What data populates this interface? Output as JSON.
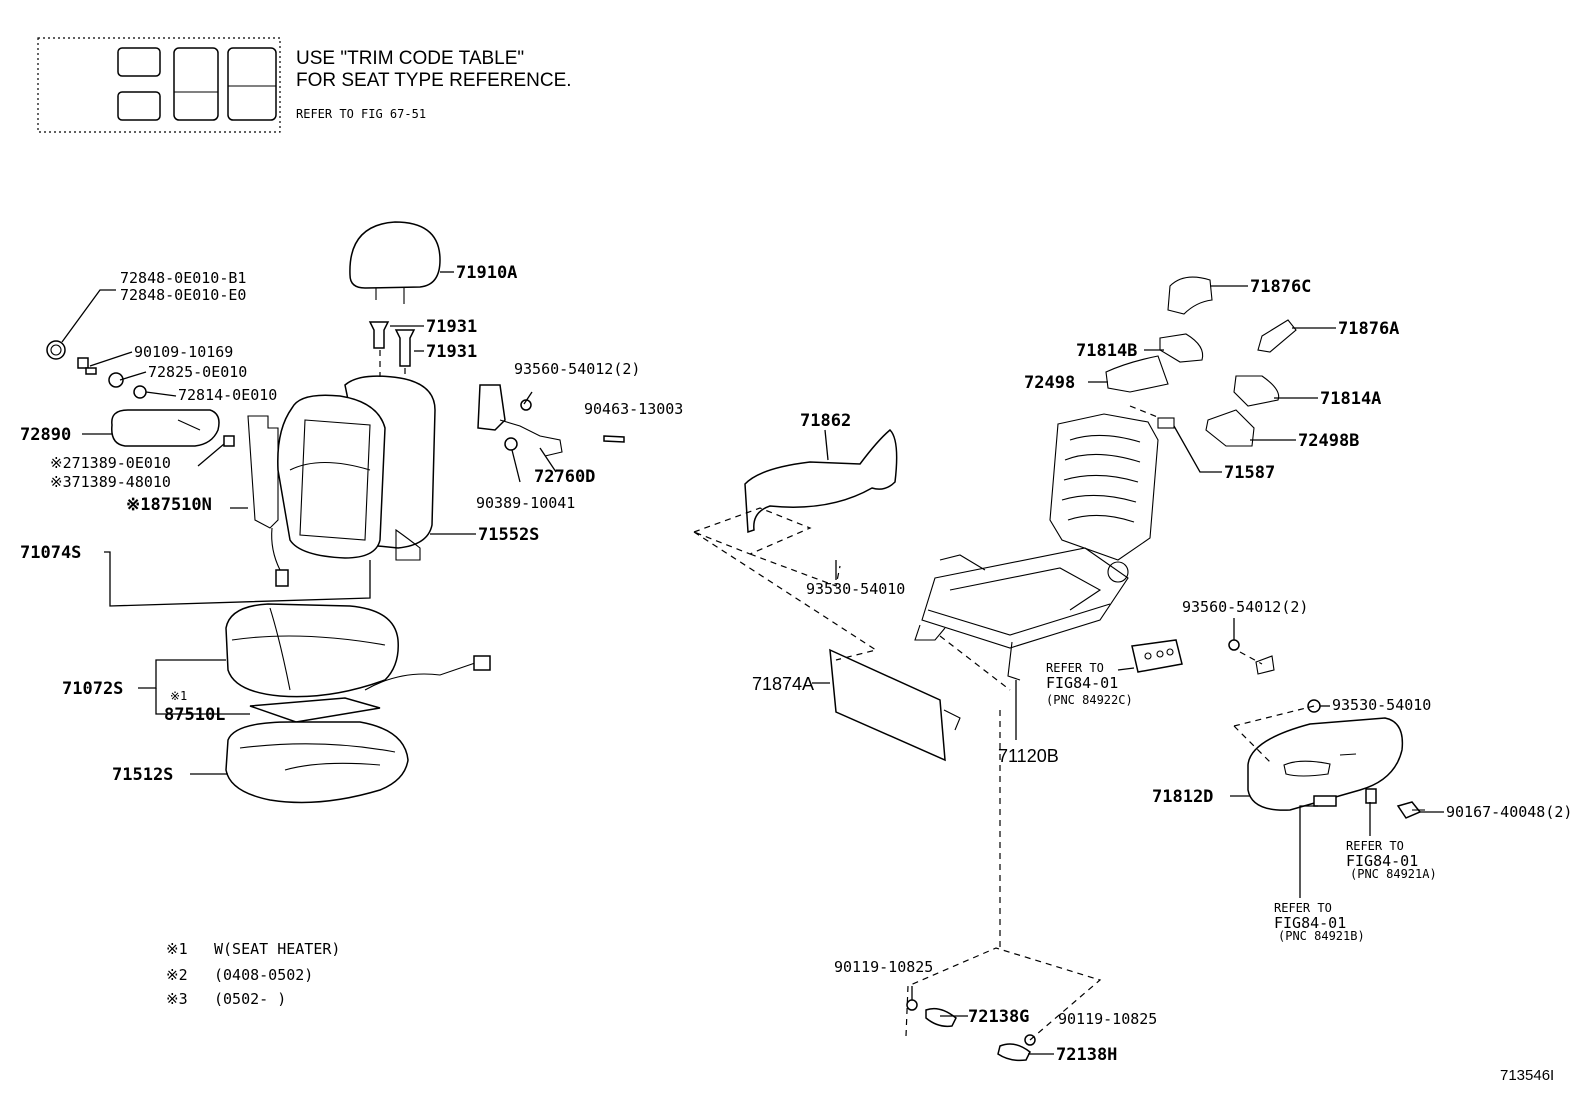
{
  "legend_box": {
    "line1": "USE \"TRIM CODE TABLE\"",
    "line2": "FOR SEAT TYPE REFERENCE.",
    "line3": "REFER TO FIG  67-51"
  },
  "labels": [
    {
      "id": "p71910A",
      "text": "71910A"
    },
    {
      "id": "p72848a",
      "text": "72848-0E010-B1"
    },
    {
      "id": "p72848b",
      "text": "72848-0E010-E0"
    },
    {
      "id": "p71931a",
      "text": "71931"
    },
    {
      "id": "p71931b",
      "text": "71931"
    },
    {
      "id": "p90109",
      "text": "90109-10169"
    },
    {
      "id": "p72825",
      "text": "72825-0E010"
    },
    {
      "id": "p72814",
      "text": "72814-0E010"
    },
    {
      "id": "p72890",
      "text": "72890"
    },
    {
      "id": "p71389a",
      "text": "※271389-0E010"
    },
    {
      "id": "p71389b",
      "text": "※371389-48010"
    },
    {
      "id": "p87510N",
      "text": "※187510N"
    },
    {
      "id": "p71074S",
      "text": "71074S"
    },
    {
      "id": "p71552S",
      "text": "71552S"
    },
    {
      "id": "p93560a",
      "text": "93560-54012(2)"
    },
    {
      "id": "p90463",
      "text": "90463-13003"
    },
    {
      "id": "p72760D",
      "text": "72760D"
    },
    {
      "id": "p90389",
      "text": "90389-10041"
    },
    {
      "id": "p71072S",
      "text": "71072S"
    },
    {
      "id": "p87510Lmark",
      "text": "※1"
    },
    {
      "id": "p87510L",
      "text": "87510L"
    },
    {
      "id": "p71512S",
      "text": "71512S"
    },
    {
      "id": "p71862",
      "text": "71862"
    },
    {
      "id": "p93530a",
      "text": "93530-54010"
    },
    {
      "id": "p71874A",
      "text": "71874A"
    },
    {
      "id": "p71876C",
      "text": "71876C"
    },
    {
      "id": "p71876A",
      "text": "71876A"
    },
    {
      "id": "p71814B",
      "text": "71814B"
    },
    {
      "id": "p72498",
      "text": "72498"
    },
    {
      "id": "p71814A",
      "text": "71814A"
    },
    {
      "id": "p72498B",
      "text": "72498B"
    },
    {
      "id": "p71587",
      "text": "71587"
    },
    {
      "id": "p93560b",
      "text": "93560-54012(2)"
    },
    {
      "id": "pRefer1",
      "text": "REFER TO"
    },
    {
      "id": "pRefer1b",
      "text": "FIG84-01"
    },
    {
      "id": "pRefer1c",
      "text": "(PNC 84922C)"
    },
    {
      "id": "p71120B",
      "text": "71120B"
    },
    {
      "id": "p93530b",
      "text": "93530-54010"
    },
    {
      "id": "p71812D",
      "text": "71812D"
    },
    {
      "id": "p90167",
      "text": "90167-40048(2)"
    },
    {
      "id": "pRefer2",
      "text": "REFER TO"
    },
    {
      "id": "pRefer2b",
      "text": "FIG84-01"
    },
    {
      "id": "pRefer2c",
      "text": "(PNC 84921A)"
    },
    {
      "id": "pRefer3",
      "text": "REFER TO"
    },
    {
      "id": "pRefer3b",
      "text": "FIG84-01"
    },
    {
      "id": "pRefer3c",
      "text": "(PNC 84921B)"
    },
    {
      "id": "p90119a",
      "text": "90119-10825"
    },
    {
      "id": "p72138G",
      "text": "72138G"
    },
    {
      "id": "p90119b",
      "text": "90119-10825"
    },
    {
      "id": "p72138H",
      "text": "72138H"
    }
  ],
  "notes": [
    {
      "mark": "※1",
      "text": "W(SEAT HEATER)"
    },
    {
      "mark": "※2",
      "text": "(0408-0502)"
    },
    {
      "mark": "※3",
      "text": "(0502-      )"
    }
  ],
  "figure_id": "713546I"
}
